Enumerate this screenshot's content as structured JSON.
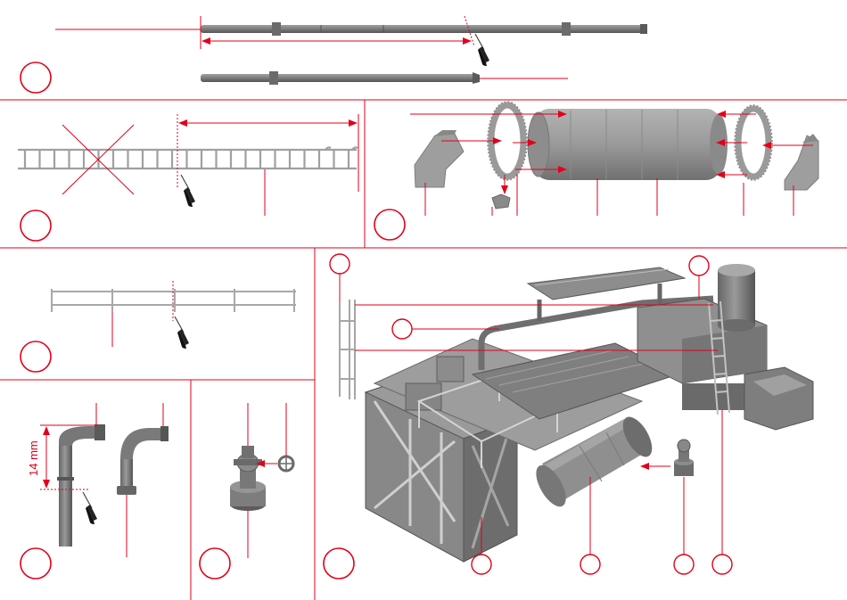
{
  "colors": {
    "accent": "#e2001a",
    "part_fill": "#8a8a8a",
    "part_dark": "#5e5e5e",
    "part_light": "#b4b4b4",
    "background": "#ffffff"
  },
  "panels": [
    {
      "id": "step-pipes",
      "icon": "hobby-knife-icon"
    },
    {
      "id": "step-ladder",
      "icon": "hobby-knife-icon"
    },
    {
      "id": "step-drum",
      "icon": "none"
    },
    {
      "id": "step-railing",
      "icon": "hobby-knife-icon"
    },
    {
      "id": "step-elbow-pipe",
      "icon": "hobby-knife-icon"
    },
    {
      "id": "step-valve",
      "icon": "none"
    },
    {
      "id": "step-final-assembly",
      "icon": "none"
    }
  ],
  "dimension": {
    "label": "14 mm",
    "value": 14,
    "unit": "mm"
  }
}
